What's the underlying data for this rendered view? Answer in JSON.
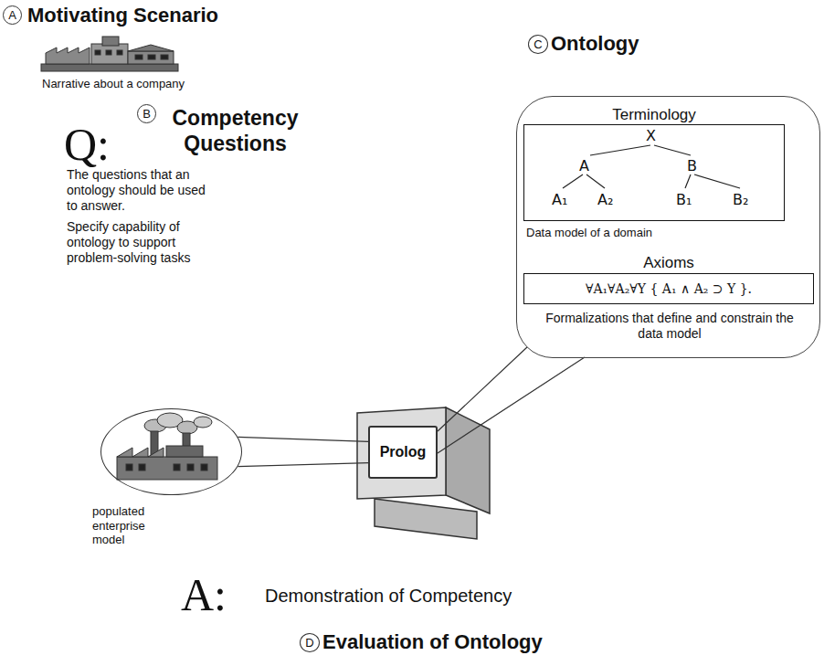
{
  "diagram": {
    "nodes": [
      {
        "text": [
          "A"
        ]
      },
      {
        "text": [
          "C"
        ]
      },
      {
        "text": [
          "Ontology"
        ]
      },
      {
        "text": [
          "Terminology",
          "Data model of a domain"
        ],
        "in": 2
      },
      {
        "text": [
          "Axioms",
          "∀A₁∀A₂∀Y { A₁ ∧ A₂ ⊃ Y }.",
          "Formalizations that define and constrain the data model"
        ],
        "in": 2
      },
      {
        "text": [
          "B"
        ]
      },
      {
        "text": [
          "populated enterprise model"
        ]
      },
      {
        "text": [
          "Prolog"
        ]
      },
      {
        "text": [
          "D"
        ]
      }
    ],
    "edges": [
      {
        "from": 6,
        "to": 7,
        "arrow": "none"
      },
      {
        "from": 2,
        "to": 7,
        "arrow": "none"
      }
    ],
    "labels": [
      "Motivating Scenario",
      "Narrative about a company",
      "Q:",
      "Competency Questions",
      "The questions that an ontology should be used to answer.",
      "Specify capability of ontology to support problem-solving tasks",
      "X",
      "A",
      "B",
      "A₁",
      "A₂",
      "B₁",
      "B₂",
      "A:",
      "Demonstration of Competency",
      "Evaluation of Ontology"
    ]
  }
}
